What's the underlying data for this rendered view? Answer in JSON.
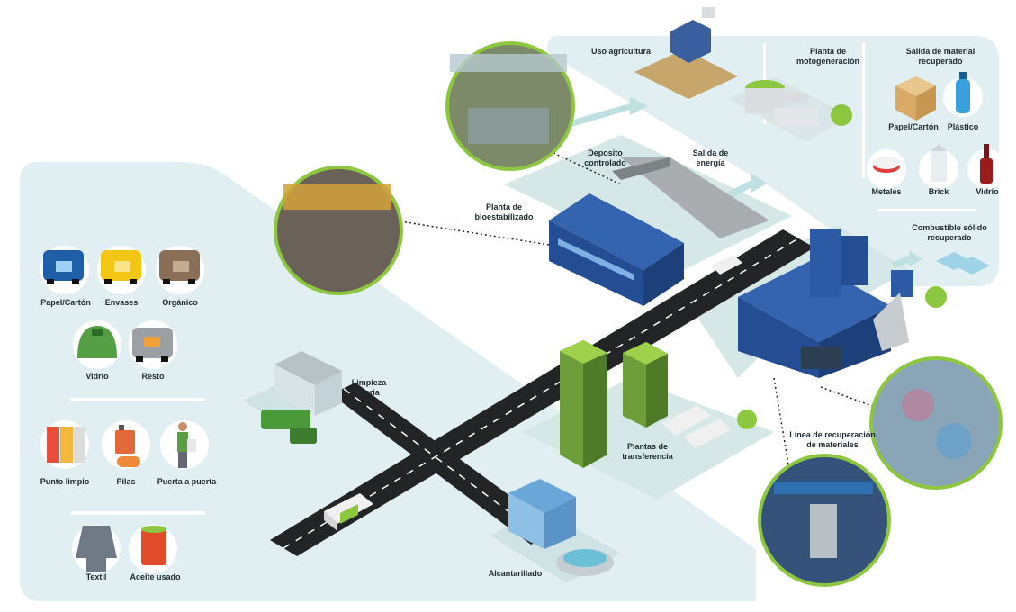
{
  "legend": {
    "row1": [
      "Papel/Cartón",
      "Envases",
      "Orgánico"
    ],
    "row2": [
      "Vidrio",
      "Resto"
    ],
    "row3": [
      "Punto limpio",
      "Pilas",
      "Puerta a puerta"
    ],
    "row4": [
      "Textil",
      "Aceite usado"
    ]
  },
  "labels": {
    "uso_agricultura": "Uso agricultura",
    "motogeneracion": "Planta de\nmotogeneración",
    "salida_material": "Salida de material\nrecuperado",
    "papel": "Papel/Cartón",
    "plastico": "Plástico",
    "metales": "Metales",
    "brick": "Brick",
    "vidrio": "Vidrio",
    "combustible": "Combustible sólido\nrecuperado",
    "deposito": "Deposito\ncontrolado",
    "salida_energia": "Salida de\nenergía",
    "bioestabilizado": "Planta de\nbioestabilizado",
    "limpieza": "Limpieza\nviaria",
    "transferencia": "Plantas de\ntransferencia",
    "linea": "Línea de recuperación\nde materiales",
    "alcantarillado": "Alcantarillado"
  },
  "colors": {
    "panel": "#e1eff3",
    "road": "#222426",
    "green_accent": "#8dc63f",
    "building_blue": "#2b57a3",
    "platform": "#cfe3e4"
  },
  "icons": [
    "blue-container-icon",
    "yellow-container-icon",
    "brown-container-icon",
    "green-igloo-icon",
    "grey-container-icon",
    "clean-point-icon",
    "battery-icon",
    "door-to-door-worker-icon",
    "textile-jacket-icon",
    "oil-drum-icon",
    "box-icon",
    "plastic-bottle-icon",
    "metal-can-icon",
    "brick-carton-icon",
    "glass-bottle-icon",
    "fuel-pellets-icon",
    "farm-barn-icon",
    "garbage-truck-icon",
    "tree-icon"
  ]
}
